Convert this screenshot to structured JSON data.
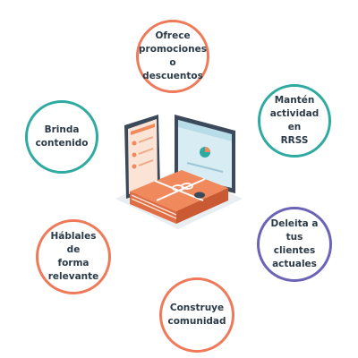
{
  "items": [
    {
      "label": "Ofrece\npromociones\no descuentos",
      "color": "#ef7a5a"
    },
    {
      "label": "Brinda\ncontenido",
      "color": "#2eaaa1"
    },
    {
      "label": "Mantén\nactividad en\nRRSS",
      "color": "#2eaaa1"
    },
    {
      "label": "Deleita a tus\nclientes\nactuales",
      "color": "#6b63b5"
    },
    {
      "label": "Háblales de\nforma\nrelevante",
      "color": "#ef7a5a"
    },
    {
      "label": "Construye\ncomunidad",
      "color": "#ef7a5a"
    }
  ],
  "illustration": {
    "icon": "laptop-book-checklist-icon",
    "colors": {
      "book": "#f08a5d",
      "screen_frame": "#3b4a5a",
      "screen": "#d8ecf3",
      "accent": "#2eaaa1"
    }
  }
}
